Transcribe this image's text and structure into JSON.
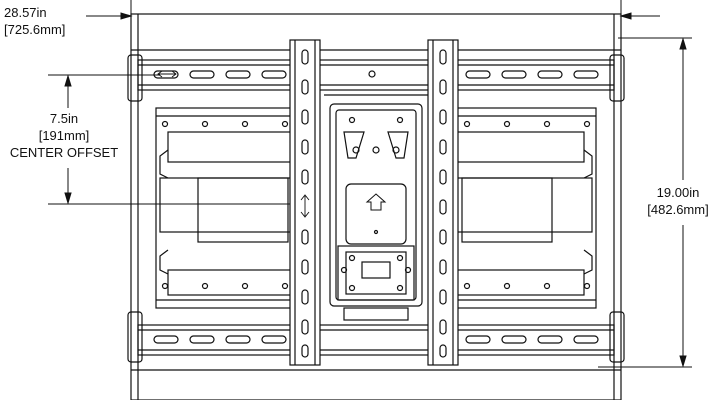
{
  "dimensions": {
    "width": {
      "imperial": "28.57in",
      "metric": "[725.6mm]"
    },
    "center_offset": {
      "imperial": "7.5in",
      "metric": "[191mm]",
      "label": "CENTER OFFSET"
    },
    "height": {
      "imperial": "19.00in",
      "metric": "[482.6mm]"
    }
  },
  "colors": {
    "line": "#111111",
    "background": "#ffffff"
  }
}
